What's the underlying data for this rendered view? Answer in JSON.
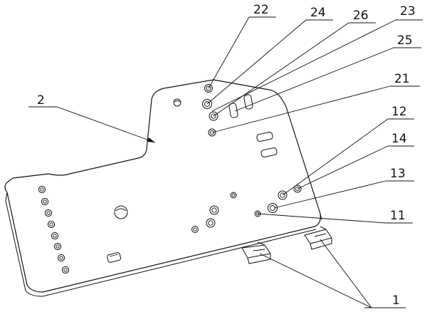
{
  "diagram": {
    "callouts": {
      "plate": "2",
      "hole_22": "22",
      "hole_24": "24",
      "hole_26": "26",
      "hole_23": "23",
      "hole_25": "25",
      "hole_21": "21",
      "hole_12": "12",
      "hole_14": "14",
      "hole_13": "13",
      "hole_11": "11",
      "clips": "1"
    }
  }
}
